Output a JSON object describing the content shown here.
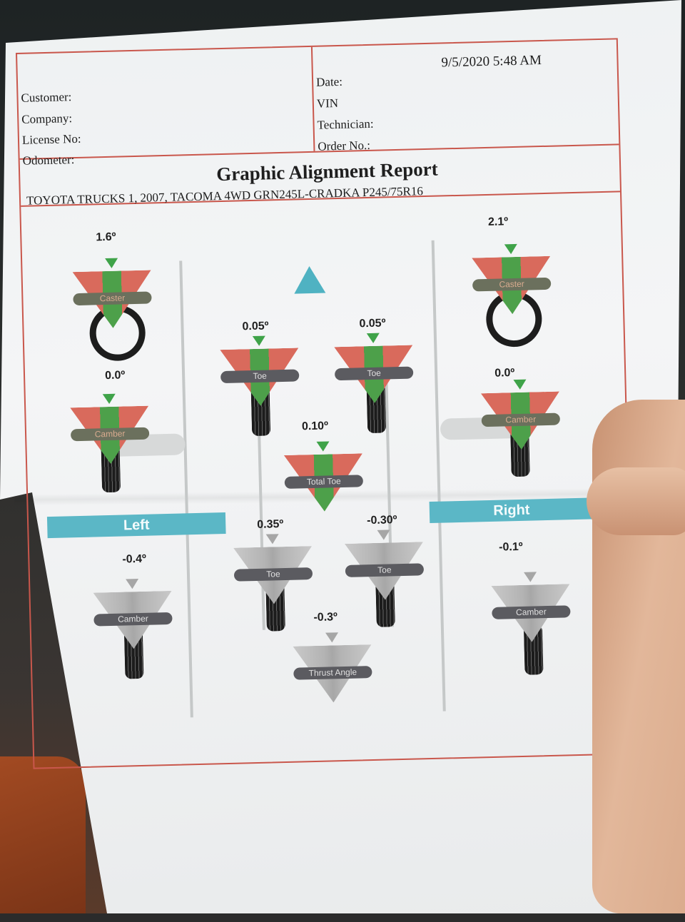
{
  "header": {
    "date_label": "Date:",
    "date_value": "9/5/2020 5:48 AM",
    "customer_label": "Customer:",
    "company_label": "Company:",
    "license_label": "License No:",
    "odometer_label": "Odometer:",
    "vin_label": "VIN",
    "technician_label": "Technician:",
    "order_label": "Order No.:"
  },
  "report": {
    "title": "Graphic Alignment Report",
    "vehicle": "TOYOTA TRUCKS 1, 2007, TACOMA 4WD GRN245L-CRADKA P245/75R16"
  },
  "front": {
    "left_caster": {
      "value": "1.6º",
      "label": "Caster"
    },
    "left_camber": {
      "value": "0.0º",
      "label": "Camber"
    },
    "left_toe": {
      "value": "0.05º",
      "label": "Toe"
    },
    "right_toe": {
      "value": "0.05º",
      "label": "Toe"
    },
    "right_caster": {
      "value": "2.1º",
      "label": "Caster"
    },
    "right_camber": {
      "value": "0.0º",
      "label": "Camber"
    },
    "total_toe": {
      "value": "0.10º",
      "label": "Total Toe"
    }
  },
  "sides": {
    "left": "Left",
    "right": "Right"
  },
  "rear": {
    "left_camber": {
      "value": "-0.4º",
      "label": "Camber"
    },
    "left_toe": {
      "value": "0.35º",
      "label": "Toe"
    },
    "right_toe": {
      "value": "-0.30º",
      "label": "Toe"
    },
    "right_camber": {
      "value": "-0.1º",
      "label": "Camber"
    },
    "thrust_angle": {
      "value": "-0.3º",
      "label": "Thrust Angle"
    }
  },
  "colors": {
    "frame": "#c9574c",
    "in_spec_green": "#4da04a",
    "out_spec_red": "#d96a5c",
    "side_banner": "#5bb7c6"
  }
}
